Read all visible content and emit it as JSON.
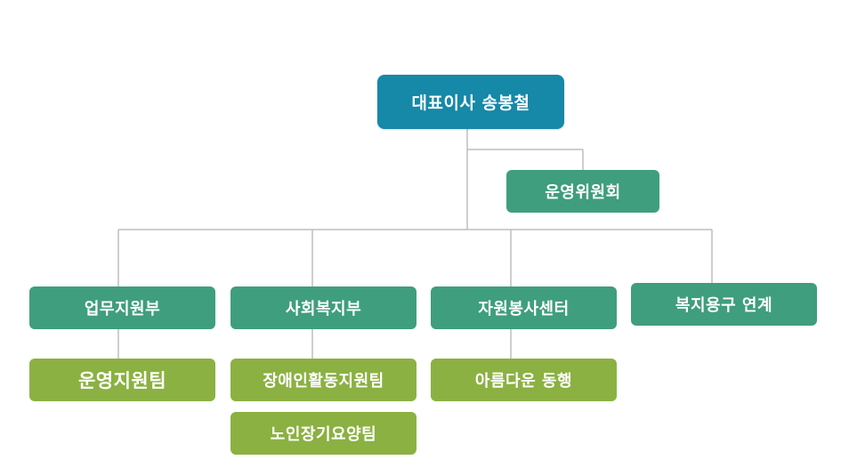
{
  "org": {
    "ceo": "대표이사 송봉철",
    "committee": "운영위원회",
    "departments": [
      {
        "name": "업무지원부",
        "teams": [
          "운영지원팀"
        ]
      },
      {
        "name": "사회복지부",
        "teams": [
          "장애인활동지원팀",
          "노인장기요양팀"
        ]
      },
      {
        "name": "자원봉사센터",
        "teams": [
          "아름다운 동행"
        ]
      },
      {
        "name": "복지용구 연계",
        "teams": []
      }
    ]
  },
  "colors": {
    "ceo": "#1688a8",
    "department": "#3f9e7d",
    "team": "#8bb142",
    "connector": "#bdbdbd"
  }
}
